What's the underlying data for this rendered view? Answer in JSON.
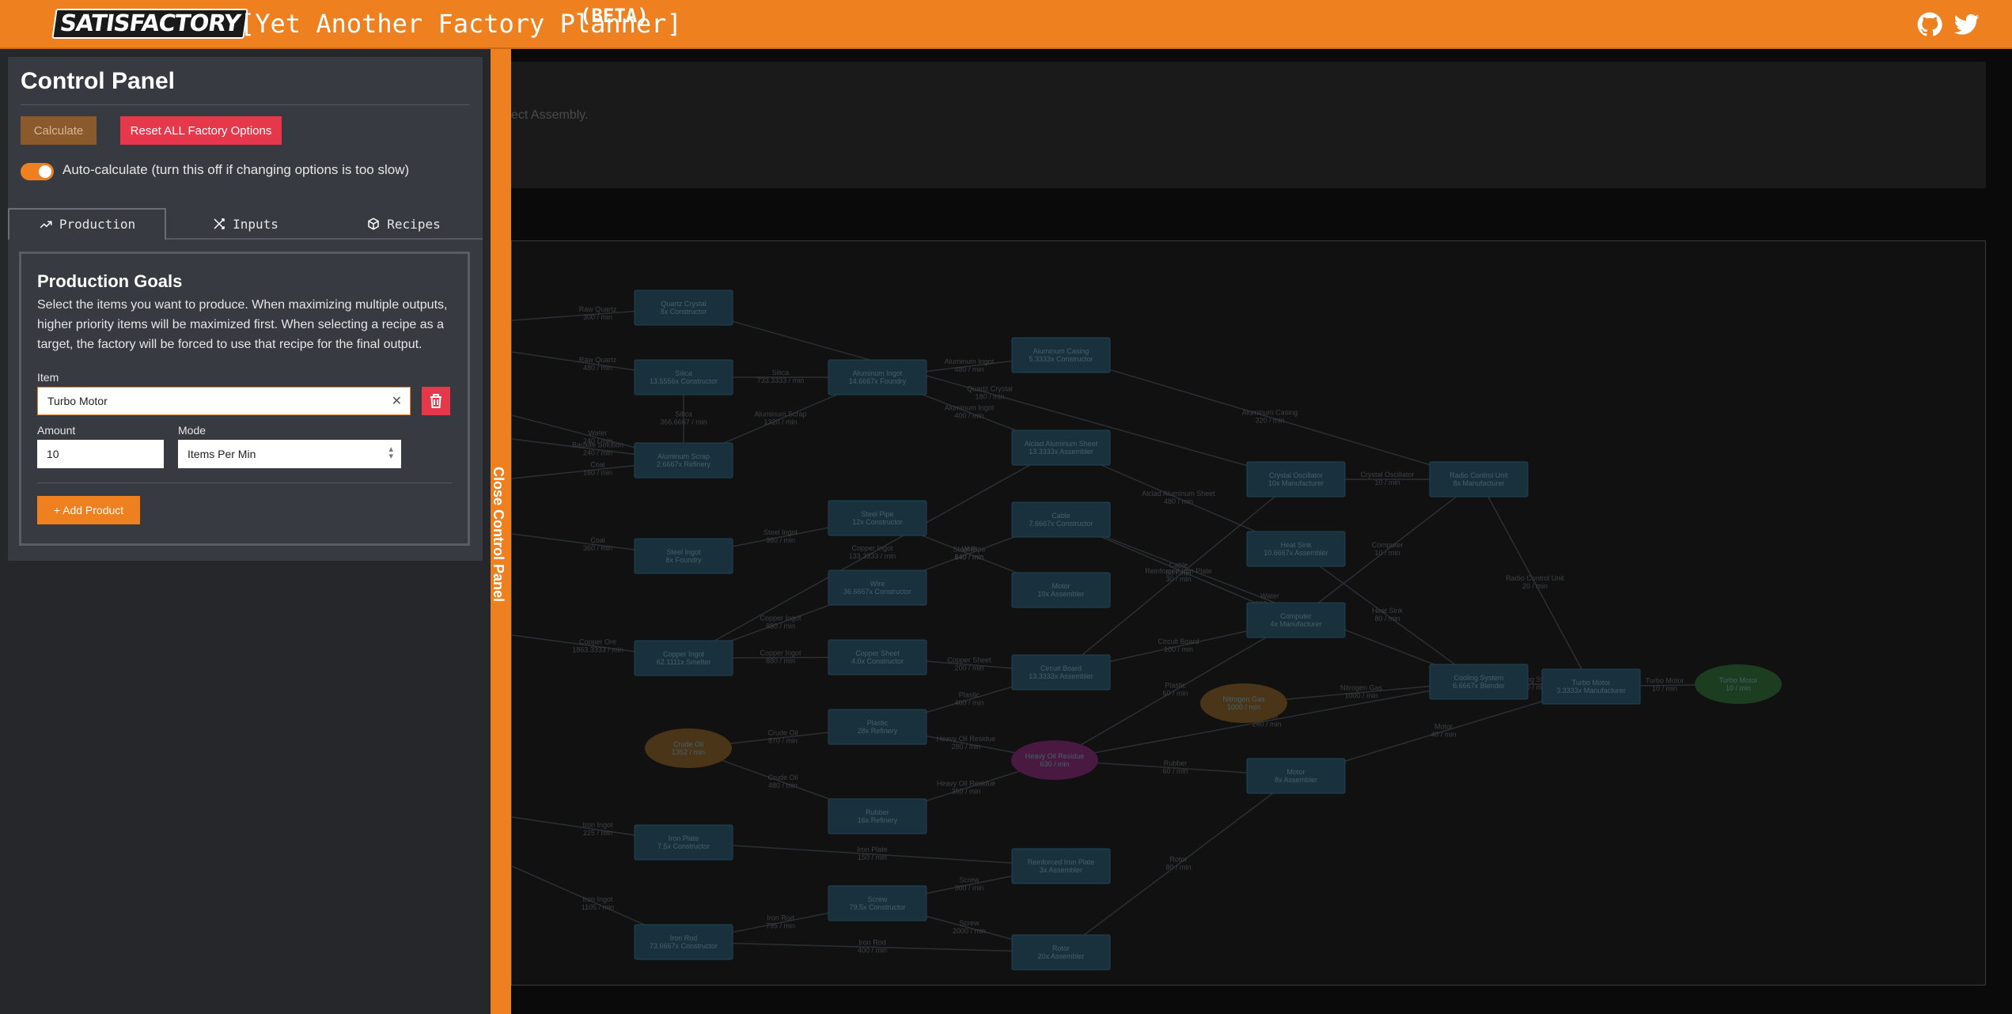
{
  "header": {
    "logo_text": "SATISFACTORY",
    "title": "[Yet Another Factory Planner]",
    "beta": "(BETA)",
    "icons": [
      "github-icon",
      "twitter-icon"
    ],
    "accent_color": "#ee8020"
  },
  "control_panel": {
    "title": "Control Panel",
    "calculate_label": "Calculate",
    "reset_label": "Reset ALL Factory Options",
    "autocalc_on": true,
    "autocalc_label": "Auto-calculate (turn this off if changing options is too slow)",
    "tabs": [
      {
        "label": "Production",
        "icon": "trending-up-icon",
        "active": true
      },
      {
        "label": "Inputs",
        "icon": "arrows-shuffle-icon",
        "active": false
      },
      {
        "label": "Recipes",
        "icon": "box-icon",
        "active": false
      }
    ],
    "goals": {
      "title": "Production Goals",
      "description": "Select the items you want to produce. When maximizing multiple outputs, higher priority items will be maximized first. When selecting a recipe as a target, the factory will be forced to use that recipe for the final output.",
      "item_label": "Item",
      "item_value": "Turbo Motor",
      "amount_label": "Amount",
      "amount_value": "10",
      "mode_label": "Mode",
      "mode_value": "Items Per Min",
      "add_label": "+ Add Product"
    },
    "close_label": "Close Control Panel"
  },
  "info": {
    "text": "ect Assembly."
  },
  "graph": {
    "nodes": [
      {
        "id": "quartz_crystal",
        "title": "Quartz Crystal",
        "sub": "8x Constructor",
        "kind": "building"
      },
      {
        "id": "silica",
        "title": "Silica",
        "sub": "13.5556x Constructor",
        "kind": "building"
      },
      {
        "id": "alumina",
        "title": "Alumina Solution",
        "sub": "",
        "kind": "hidden"
      },
      {
        "id": "aluminum_scrap",
        "title": "Aluminum Scrap",
        "sub": "2.6667x Refinery",
        "kind": "building"
      },
      {
        "id": "steel_ingot",
        "title": "Steel Ingot",
        "sub": "8x Foundry",
        "kind": "building"
      },
      {
        "id": "copper_ingot",
        "title": "Copper Ingot",
        "sub": "62.1111x Smelter",
        "kind": "building"
      },
      {
        "id": "crude_oil",
        "title": "Crude Oil",
        "sub": "1352 / min",
        "kind": "resource"
      },
      {
        "id": "iron_plate",
        "title": "Iron Plate",
        "sub": "7.5x Constructor",
        "kind": "building"
      },
      {
        "id": "iron_rod",
        "title": "Iron Rod",
        "sub": "73.6667x Constructor",
        "kind": "building"
      },
      {
        "id": "aluminum_ingot",
        "title": "Aluminum Ingot",
        "sub": "14.6667x Foundry",
        "kind": "building"
      },
      {
        "id": "steel_pipe",
        "title": "Steel Pipe",
        "sub": "12x Constructor",
        "kind": "building"
      },
      {
        "id": "wire",
        "title": "Wire",
        "sub": "36.6667x Constructor",
        "kind": "building"
      },
      {
        "id": "copper_sheet",
        "title": "Copper Sheet",
        "sub": "4.0x Constructor",
        "kind": "building"
      },
      {
        "id": "plastic",
        "title": "Plastic",
        "sub": "28x Refinery",
        "kind": "building"
      },
      {
        "id": "rubber",
        "title": "Rubber",
        "sub": "16x Refinery",
        "kind": "building"
      },
      {
        "id": "screw",
        "title": "Screw",
        "sub": "79.5x Constructor",
        "kind": "building"
      },
      {
        "id": "aluminum_casing",
        "title": "Aluminum Casing",
        "sub": "5.3333x Constructor",
        "kind": "building"
      },
      {
        "id": "alclad_sheet",
        "title": "Alclad Aluminum Sheet",
        "sub": "13.3333x Assembler",
        "kind": "building"
      },
      {
        "id": "cable",
        "title": "Cable",
        "sub": "7.6667x Constructor",
        "kind": "building"
      },
      {
        "id": "motor_a",
        "title": "Motor",
        "sub": "10x Assembler",
        "kind": "building"
      },
      {
        "id": "circuit_board",
        "title": "Circuit Board",
        "sub": "13.3333x Assembler",
        "kind": "building"
      },
      {
        "id": "heavy_oil",
        "title": "Heavy Oil Residue",
        "sub": "630 / min",
        "kind": "byproduct"
      },
      {
        "id": "reinforced_plate",
        "title": "Reinforced Iron Plate",
        "sub": "3x Assembler",
        "kind": "building"
      },
      {
        "id": "rotor",
        "title": "Rotor",
        "sub": "20x Assembler",
        "kind": "building"
      },
      {
        "id": "crystal_oscillator",
        "title": "Crystal Oscillator",
        "sub": "10x Manufacturer",
        "kind": "building"
      },
      {
        "id": "heat_sink",
        "title": "Heat Sink",
        "sub": "10.6667x Assembler",
        "kind": "building"
      },
      {
        "id": "computer",
        "title": "Computer",
        "sub": "4x Manufacturer",
        "kind": "building"
      },
      {
        "id": "nitrogen",
        "title": "Nitrogen Gas",
        "sub": "1000 / min",
        "kind": "resource"
      },
      {
        "id": "motor_b",
        "title": "Motor",
        "sub": "8x Assembler",
        "kind": "building"
      },
      {
        "id": "radio_control",
        "title": "Radio Control Unit",
        "sub": "8x Manufacturer",
        "kind": "building"
      },
      {
        "id": "cooling_system",
        "title": "Cooling System",
        "sub": "6.6667x Blender",
        "kind": "building"
      },
      {
        "id": "turbo_motor",
        "title": "Turbo Motor",
        "sub": "3.3333x Manufacturer",
        "kind": "building"
      },
      {
        "id": "turbo_out",
        "title": "Turbo Motor",
        "sub": "10 / min",
        "kind": "product"
      }
    ],
    "edges": [
      {
        "from": "in_quartz",
        "to": "quartz_crystal",
        "label": "Raw Quartz",
        "rate": "300 / min"
      },
      {
        "from": "in_quartz2",
        "to": "silica",
        "label": "Raw Quartz",
        "rate": "480 / min"
      },
      {
        "from": "silica",
        "to": "aluminum_ingot",
        "label": "Silica",
        "rate": "733.3333 / min"
      },
      {
        "from": "silica",
        "to": "aluminum_scrap",
        "label": "Silica",
        "rate": "366.6667 / min"
      },
      {
        "from": "in_water",
        "to": "aluminum_scrap",
        "label": "Water",
        "rate": "240 / min"
      },
      {
        "from": "aluminum_scrap",
        "to": "aluminum_ingot",
        "label": "Aluminum Scrap",
        "rate": "1320 / min"
      },
      {
        "from": "in_bauxite",
        "to": "aluminum_scrap",
        "label": "Bauxite Solution",
        "rate": "240 / min"
      },
      {
        "from": "in_coal",
        "to": "aluminum_scrap",
        "label": "Coal",
        "rate": "160 / min"
      },
      {
        "from": "in_coal2",
        "to": "steel_ingot",
        "label": "Coal",
        "rate": "360 / min"
      },
      {
        "from": "steel_ingot",
        "to": "steel_pipe",
        "label": "Steel Ingot",
        "rate": "360 / min"
      },
      {
        "from": "in_copper",
        "to": "copper_ingot",
        "label": "Copper Ore",
        "rate": "1863.3333 / min"
      },
      {
        "from": "copper_ingot",
        "to": "wire",
        "label": "Copper Ingot",
        "rate": "880 / min"
      },
      {
        "from": "copper_ingot",
        "to": "copper_sheet",
        "label": "Copper Ingot",
        "rate": "880 / min"
      },
      {
        "from": "copper_ingot",
        "to": "alclad_sheet",
        "label": "Copper Ingot",
        "rate": "133.3333 / min"
      },
      {
        "from": "crude_oil",
        "to": "plastic",
        "label": "Crude Oil",
        "rate": "870 / min"
      },
      {
        "from": "crude_oil",
        "to": "rubber",
        "label": "Crude Oil",
        "rate": "480 / min"
      },
      {
        "from": "in_iron",
        "to": "iron_plate",
        "label": "Iron Ingot",
        "rate": "225 / min"
      },
      {
        "from": "in_iron2",
        "to": "iron_rod",
        "label": "Iron Ingot",
        "rate": "1105 / min"
      },
      {
        "from": "iron_rod",
        "to": "screw",
        "label": "Iron Rod",
        "rate": "795 / min"
      },
      {
        "from": "iron_rod",
        "to": "rotor",
        "label": "Iron Rod",
        "rate": "400 / min"
      },
      {
        "from": "iron_plate",
        "to": "reinforced_plate",
        "label": "Iron Plate",
        "rate": "150 / min"
      },
      {
        "from": "screw",
        "to": "reinforced_plate",
        "label": "Screw",
        "rate": "300 / min"
      },
      {
        "from": "screw",
        "to": "rotor",
        "label": "Screw",
        "rate": "2000 / min"
      },
      {
        "from": "aluminum_ingot",
        "to": "aluminum_casing",
        "label": "Aluminum Ingot",
        "rate": "480 / min"
      },
      {
        "from": "aluminum_ingot",
        "to": "alclad_sheet",
        "label": "Aluminum Ingot",
        "rate": "400 / min"
      },
      {
        "from": "quartz_crystal",
        "to": "crystal_oscillator",
        "label": "Quartz Crystal",
        "rate": "180 / min"
      },
      {
        "from": "aluminum_casing",
        "to": "radio_control",
        "label": "Aluminum Casing",
        "rate": "320 / min"
      },
      {
        "from": "alclad_sheet",
        "to": "heat_sink",
        "label": "Alclad Aluminum Sheet",
        "rate": "480 / min"
      },
      {
        "from": "steel_pipe",
        "to": "motor_a",
        "label": "Steel Pipe",
        "rate": "240 / min"
      },
      {
        "from": "wire",
        "to": "cable",
        "label": "Wire",
        "rate": "640 / min"
      },
      {
        "from": "copper_sheet",
        "to": "circuit_board",
        "label": "Copper Sheet",
        "rate": "200 / min"
      },
      {
        "from": "plastic",
        "to": "circuit_board",
        "label": "Plastic",
        "rate": "400 / min"
      },
      {
        "from": "plastic",
        "to": "heavy_oil",
        "label": "Heavy Oil Residue",
        "rate": "280 / min"
      },
      {
        "from": "rubber",
        "to": "heavy_oil",
        "label": "Heavy Oil Residue",
        "rate": "350 / min"
      },
      {
        "from": "cable",
        "to": "computer",
        "label": "Cable",
        "rate": "80 / min"
      },
      {
        "from": "cable",
        "to": "cooling_system",
        "label": "Water",
        "rate": "200 / min"
      },
      {
        "from": "circuit_board",
        "to": "computer",
        "label": "Circuit Board",
        "rate": "100 / min"
      },
      {
        "from": "circuit_board",
        "to": "crystal_oscillator",
        "label": "Reinforced Iron Plate",
        "rate": "30 / min"
      },
      {
        "from": "heavy_oil",
        "to": "computer",
        "label": "Plastic",
        "rate": "60 / min"
      },
      {
        "from": "heavy_oil",
        "to": "motor_b",
        "label": "Rubber",
        "rate": "60 / min"
      },
      {
        "from": "heavy_oil",
        "to": "cooling_system",
        "label": "Rubber",
        "rate": "240 / min"
      },
      {
        "from": "rotor",
        "to": "motor_b",
        "label": "Rotor",
        "rate": "80 / min"
      },
      {
        "from": "crystal_oscillator",
        "to": "radio_control",
        "label": "Crystal Oscillator",
        "rate": "10 / min"
      },
      {
        "from": "heat_sink",
        "to": "cooling_system",
        "label": "Heat Sink",
        "rate": "80 / min"
      },
      {
        "from": "computer",
        "to": "radio_control",
        "label": "Computer",
        "rate": "10 / min"
      },
      {
        "from": "nitrogen",
        "to": "cooling_system",
        "label": "Nitrogen Gas",
        "rate": "1000 / min"
      },
      {
        "from": "radio_control",
        "to": "turbo_motor",
        "label": "Radio Control Unit",
        "rate": "20 / min"
      },
      {
        "from": "cooling_system",
        "to": "turbo_motor",
        "label": "Cooling System",
        "rate": "40 / min"
      },
      {
        "from": "motor_b",
        "to": "turbo_motor",
        "label": "Motor",
        "rate": "40 / min"
      },
      {
        "from": "turbo_motor",
        "to": "turbo_out",
        "label": "Turbo Motor",
        "rate": "10 / min"
      }
    ]
  }
}
